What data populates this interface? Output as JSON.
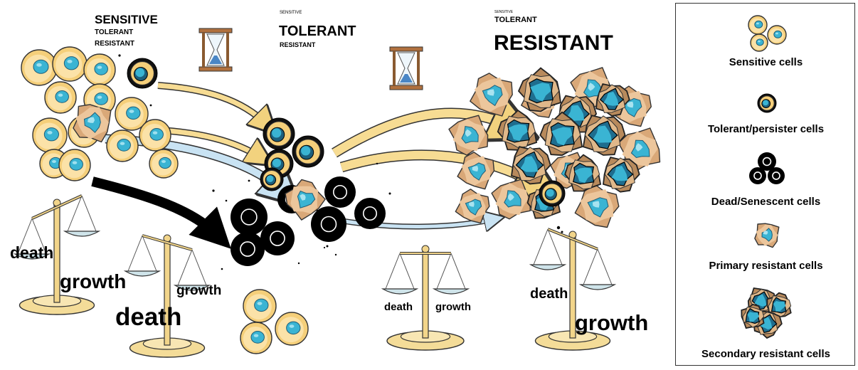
{
  "stage1": {
    "title": "SENSITIVE",
    "line2": "TOLERANT",
    "line3": "RESISTANT"
  },
  "stage2": {
    "line1": "SENSITIVE",
    "title": "TOLERANT",
    "line3": "RESISTANT"
  },
  "stage3": {
    "line1": "SENSITIVE",
    "line2": "TOLERANT",
    "title": "RESISTANT"
  },
  "balances": [
    {
      "left": "death",
      "right": "growth"
    },
    {
      "left": "death",
      "right": "growth"
    },
    {
      "left": "death",
      "right": "growth"
    },
    {
      "left": "death",
      "right": "growth"
    }
  ],
  "legend": {
    "sensitive": "Sensitive cells",
    "tolerant": "Tolerant/persister cells",
    "dead": "Dead/Senescent cells",
    "primary": "Primary resistant cells",
    "secondary": "Secondary resistant cells"
  },
  "colors": {
    "sensitive_fill": "#f5cf7a",
    "nucleus": "#3ab4d3",
    "resistant_fill": "#d9a878",
    "dead": "#000000",
    "arrow_yellow": "#f7dc93",
    "arrow_blue": "#c9e3f3",
    "scale_gold": "#e8c86b"
  }
}
